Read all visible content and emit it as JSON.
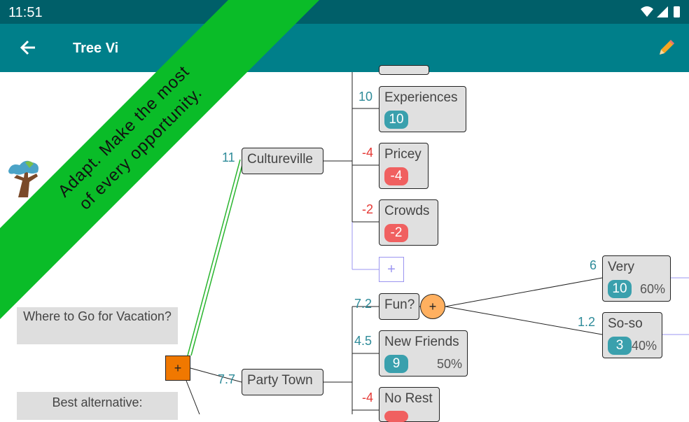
{
  "status_bar": {
    "time": "11:51"
  },
  "app_bar": {
    "title": "Tree Vi"
  },
  "banner": {
    "line1": "Adapt. Make the most",
    "line2": "of every opportunity."
  },
  "notes": {
    "question": "Where to Go for Vacation?",
    "best": "Best alternative:"
  },
  "decision_node": {
    "symbol": "+"
  },
  "chance_node": {
    "symbol": "+"
  },
  "add_node": {
    "symbol": "+"
  },
  "alternatives": [
    {
      "label": "Cultureville",
      "edge_value": "11"
    },
    {
      "label": "Party Town",
      "edge_value": "7.7"
    }
  ],
  "cultureville_children": [
    {
      "label": "Experiences",
      "edge_value": "10",
      "score": "10",
      "sign": "positive"
    },
    {
      "label": "Pricey",
      "edge_value": "-4",
      "score": "-4",
      "sign": "negative"
    },
    {
      "label": "Crowds",
      "edge_value": "-2",
      "score": "-2",
      "sign": "negative"
    }
  ],
  "partytown_children": [
    {
      "label": "Fun?",
      "edge_value": "7.2"
    },
    {
      "label": "New Friends",
      "edge_value": "4.5",
      "score": "9",
      "percent": "50%"
    },
    {
      "label": "No Rest",
      "edge_value": "-4"
    }
  ],
  "fun_outcomes": [
    {
      "label": "Very",
      "edge_value": "6",
      "score": "10",
      "percent": "60%"
    },
    {
      "label": "So-so",
      "edge_value": "1.2",
      "score": "3",
      "percent": "40%"
    }
  ],
  "colors": {
    "status_bar": "#005f69",
    "app_bar": "#007f8a",
    "banner": "#0abc28",
    "decision": "#f07800",
    "chance": "#ffb060",
    "positive": "#3aa0ad",
    "negative": "#f06060"
  }
}
